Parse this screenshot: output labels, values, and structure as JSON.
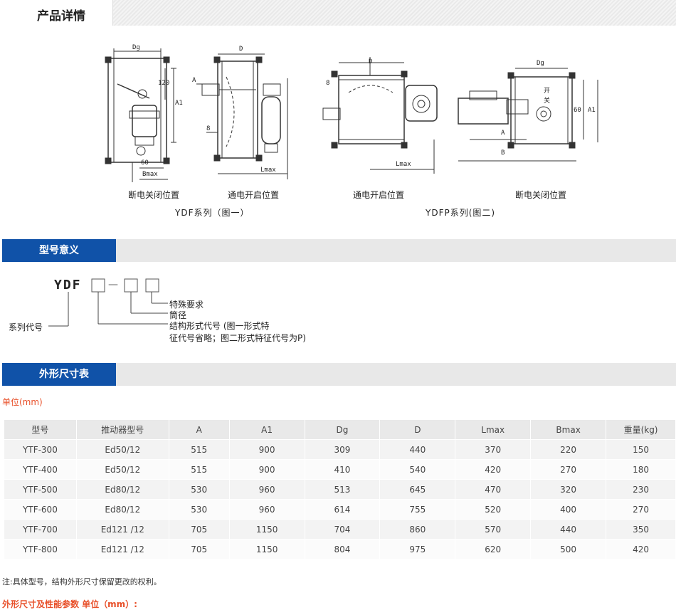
{
  "tab": {
    "title": "产品详情"
  },
  "figures": {
    "fig1_left_caption": "断电关闭位置",
    "fig1_right_caption": "通电开启位置",
    "fig1_series": "YDF系列（图一）",
    "fig2_left_caption": "通电开启位置",
    "fig2_right_caption": "断电关闭位置",
    "fig2_series": "YDFP系列(图二)",
    "labels": {
      "dg": "Dg",
      "d": "D",
      "a": "A",
      "a1": "A1",
      "b": "B",
      "bmax": "Bmax",
      "lmax": "Lmax",
      "n60": "60",
      "n120": "120",
      "n8": "8",
      "kai": "开",
      "guan": "关"
    }
  },
  "model_meaning": {
    "heading": "型号意义",
    "prefix": "YDF",
    "dash": "—",
    "special": "特殊要求",
    "diameter": "筒径",
    "structure_line1": "结构形式代号 (图一形式特",
    "structure_line2": "征代号省略；图二形式特征代号为P)",
    "series_code": "系列代号"
  },
  "dimensions": {
    "heading": "外形尺寸表",
    "unit": "单位(mm)",
    "columns": [
      "型号",
      "推动器型号",
      "A",
      "A1",
      "Dg",
      "D",
      "Lmax",
      "Bmax",
      "重量(kg)"
    ],
    "rows": [
      [
        "YTF-300",
        "Ed50/12",
        "515",
        "900",
        "309",
        "440",
        "370",
        "220",
        "150"
      ],
      [
        "YTF-400",
        "Ed50/12",
        "515",
        "900",
        "410",
        "540",
        "420",
        "270",
        "180"
      ],
      [
        "YTF-500",
        "Ed80/12",
        "530",
        "960",
        "513",
        "645",
        "470",
        "320",
        "230"
      ],
      [
        "YTF-600",
        "Ed80/12",
        "530",
        "960",
        "614",
        "755",
        "520",
        "400",
        "270"
      ],
      [
        "YTF-700",
        "Ed121 /12",
        "705",
        "1150",
        "704",
        "860",
        "570",
        "440",
        "350"
      ],
      [
        "YTF-800",
        "Ed121 /12",
        "705",
        "1150",
        "804",
        "975",
        "620",
        "500",
        "420"
      ]
    ],
    "note": "注:具体型号，结构外形尺寸保留更改的权利。",
    "perf_heading": "外形尺寸及性能参数 单位（mm）:"
  }
}
